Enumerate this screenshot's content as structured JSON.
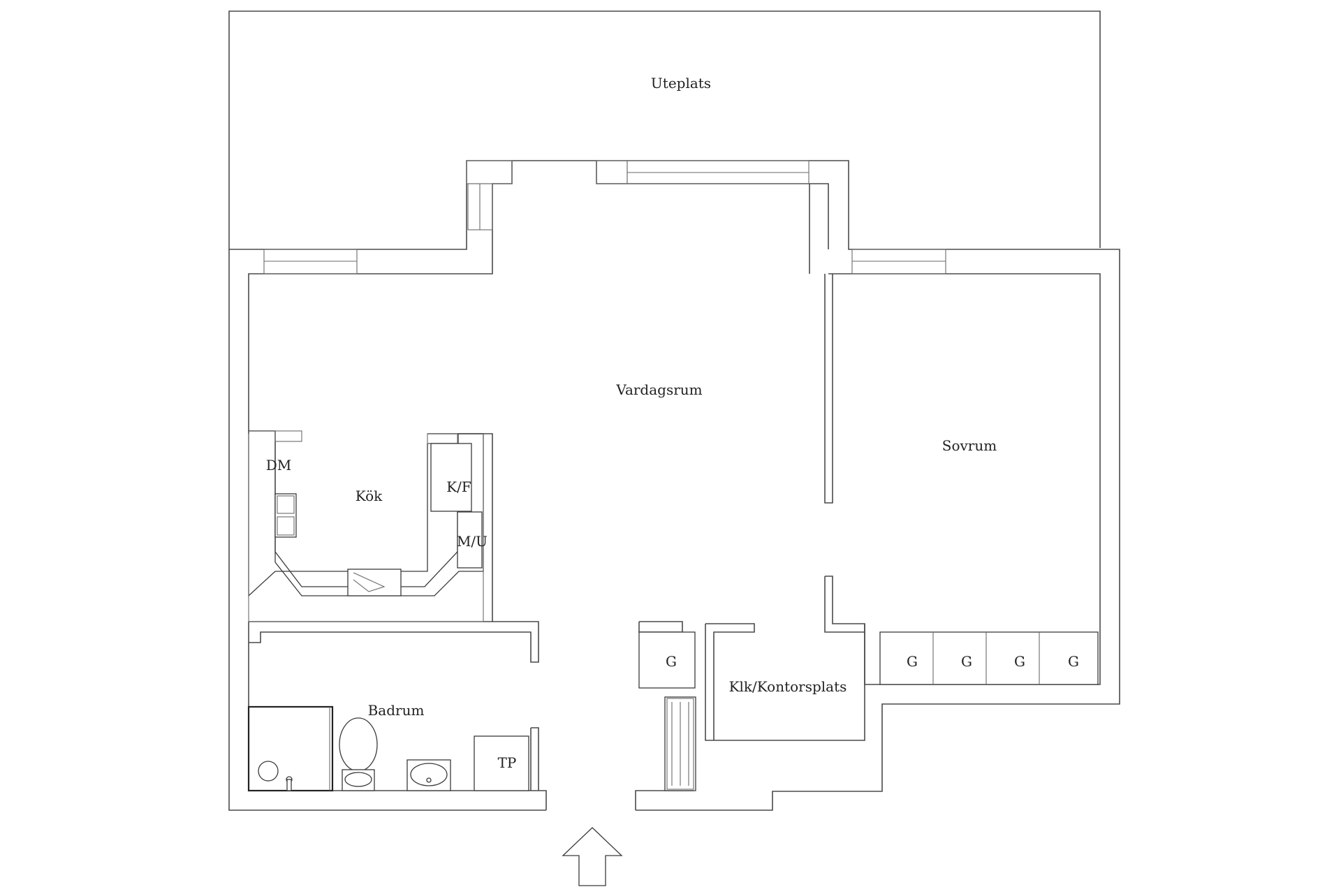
{
  "plan": {
    "rooms": {
      "uteplats": "Uteplats",
      "vardagsrum": "Vardagsrum",
      "sovrum": "Sovrum",
      "kok": "Kök",
      "badrum": "Badrum",
      "klk": "Klk/Kontorsplats"
    },
    "fixtures": {
      "dm": "DM",
      "kf": "K/F",
      "mu": "M/U",
      "tp": "TP",
      "wardrobe_hall": "G",
      "wardrobes_bedroom": [
        "G",
        "G",
        "G",
        "G"
      ]
    },
    "entrance_arrow_icon": "arrow-up-icon"
  }
}
